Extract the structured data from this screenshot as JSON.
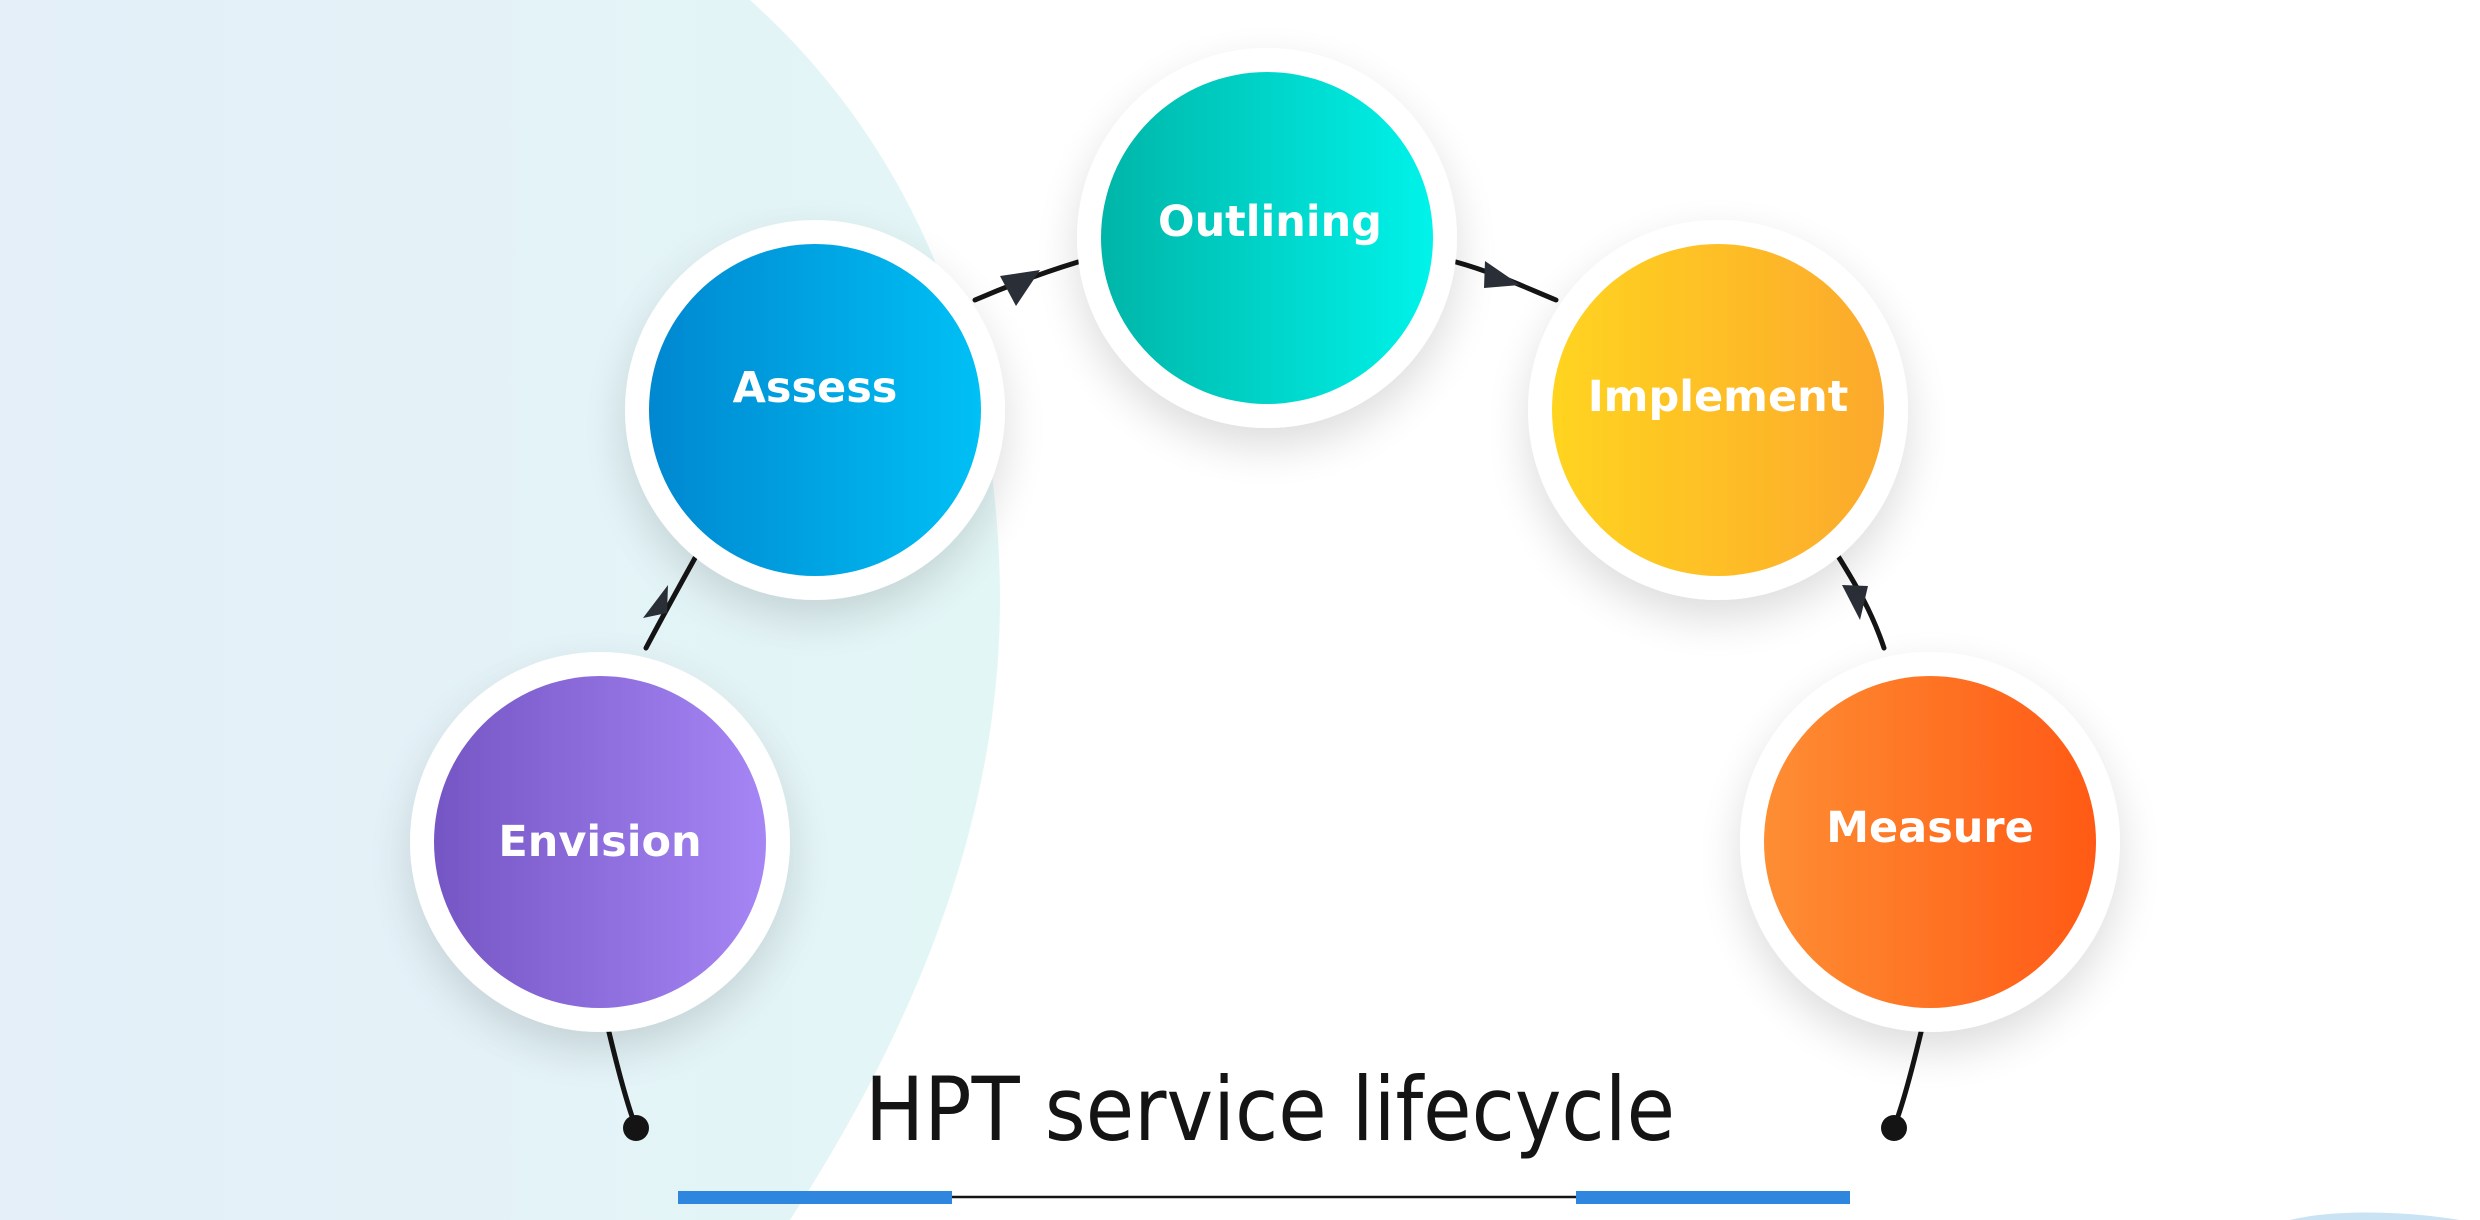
{
  "diagram": {
    "title": "HPT service lifecycle",
    "stages": [
      {
        "label": "Envision",
        "color_start": "#7556c4",
        "color_end": "#a685f5"
      },
      {
        "label": "Assess",
        "color_start": "#0387d0",
        "color_end": "#00c0f5"
      },
      {
        "label": "Outlining",
        "color_start": "#00b5a8",
        "color_end": "#00f3ea"
      },
      {
        "label": "Implement",
        "color_start": "#ffd41f",
        "color_end": "#fca92d"
      },
      {
        "label": "Measure",
        "color_start": "#fe8e33",
        "color_end": "#ff5916"
      }
    ],
    "colors": {
      "background_tint": "#e3f4f6",
      "connector": "#141414",
      "arrowhead": "#2a2e36",
      "title_accent": "#2e86df"
    }
  }
}
